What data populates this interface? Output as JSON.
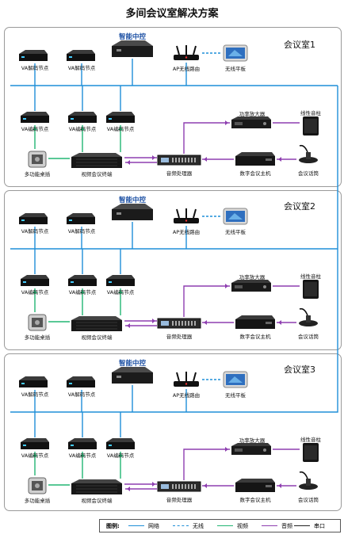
{
  "title": "多间会议室解决方案",
  "rooms": [
    {
      "label": "会议室1"
    },
    {
      "label": "会议室2"
    },
    {
      "label": "会议室3"
    }
  ],
  "devices": {
    "va_decoder": "VA解码节点",
    "va_encoder": "VA编码节点",
    "central_control": "智能中控",
    "ap_router": "AP无线路由",
    "wireless_tablet": "无线平板",
    "power_amp": "功率放大器",
    "line_speaker": "线性音柱",
    "multi_table": "多功能桌插",
    "video_terminal": "视频会议终端",
    "audio_processor": "音频处理器",
    "digital_host": "数字会议主机",
    "conf_mic": "会议话筒"
  },
  "legend": {
    "title": "图例:",
    "items": [
      {
        "label": "网络",
        "style": "solid",
        "color": "#1f8fd8"
      },
      {
        "label": "无线",
        "style": "dashed",
        "color": "#1f8fd8"
      },
      {
        "label": "视频",
        "style": "solid",
        "color": "#22b573"
      },
      {
        "label": "音频",
        "style": "solid",
        "color": "#8e3fb0"
      },
      {
        "label": "串口",
        "style": "solid",
        "color": "#222222"
      }
    ]
  },
  "colors": {
    "network": "#1f8fd8",
    "video": "#22b573",
    "audio": "#8e3fb0",
    "serial": "#222222"
  }
}
